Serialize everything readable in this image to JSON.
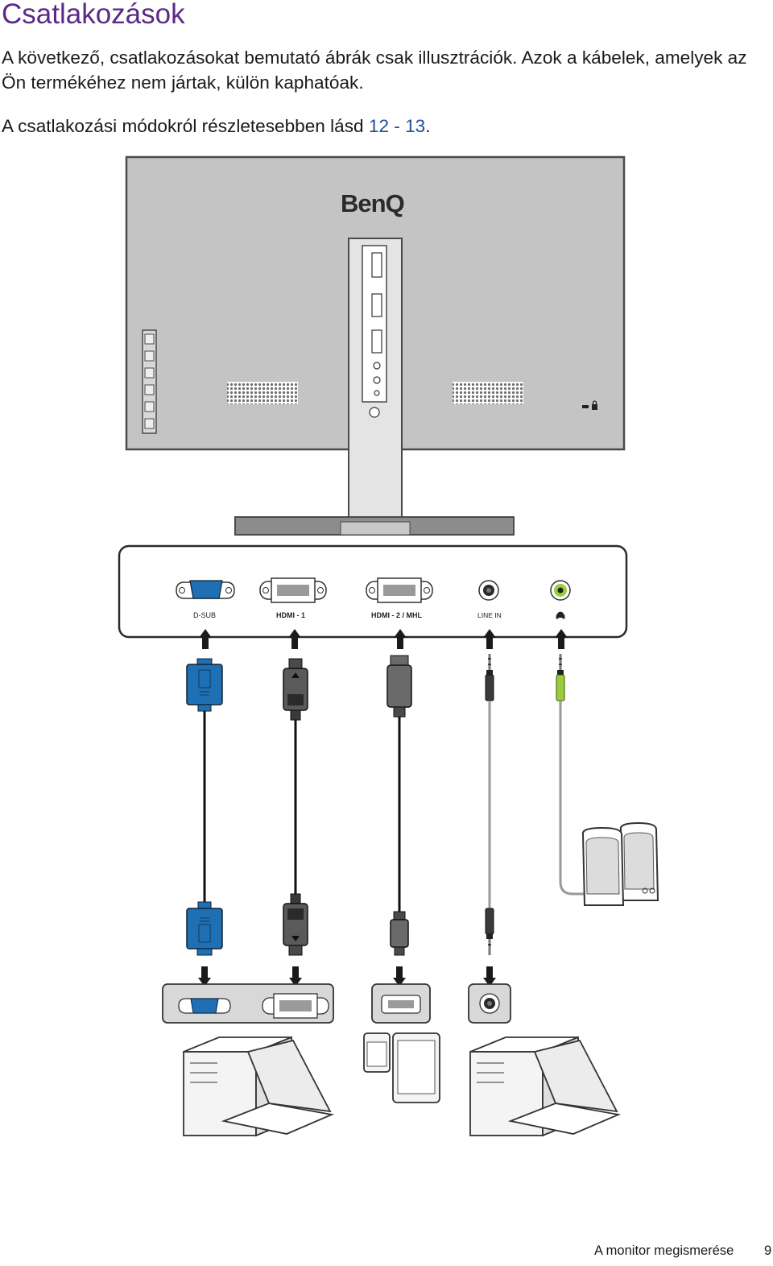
{
  "page": {
    "title": "Csatlakozások",
    "intro": "A következő, csatlakozásokat bemutató ábrák csak illusztrációk. Azok a kábelek, amelyek az Ön termékéhez nem jártak, külön kaphatóak.",
    "ref_prefix": "A csatlakozási módokról részletesebben lásd ",
    "ref_link": "12 - 13",
    "ref_suffix": "."
  },
  "figure": {
    "brand_logo": "BenQ",
    "ports": {
      "dsub": "D-SUB",
      "hdmi1": "HDMI - 1",
      "hdmi2": "HDMI - 2 / MHL",
      "line_in": "LINE IN",
      "headphone_icon": "headphone-icon"
    },
    "colors": {
      "vga_blue": "#1f6fb5",
      "audio_green": "#9ccc3a",
      "title_purple": "#5b2a86",
      "link_blue": "#1f4e96"
    }
  },
  "footer": {
    "section": "A monitor megismerése",
    "page_number": "9"
  }
}
